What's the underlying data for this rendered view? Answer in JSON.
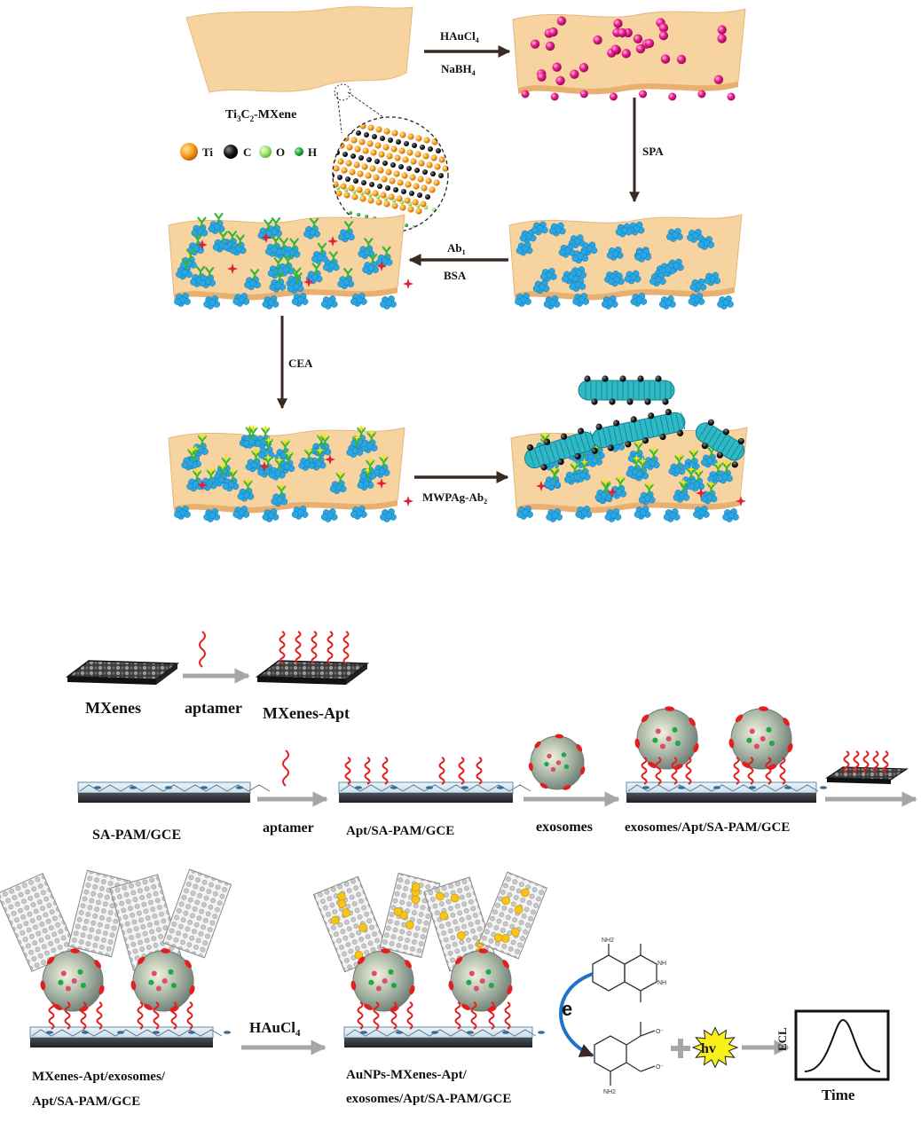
{
  "panel_a": {
    "mxene": {
      "main": "Ti",
      "s1": "3",
      "mid": "C",
      "s2": "2",
      "tail": "-MXene"
    },
    "legend": [
      {
        "symbol": "Ti",
        "color": "#f59a14"
      },
      {
        "symbol": "C",
        "color": "#111111"
      },
      {
        "symbol": "O",
        "color": "#9be36b"
      },
      {
        "symbol": "H",
        "color": "#22a83a"
      }
    ],
    "steps": {
      "s1_line1": {
        "main": "HAuCl",
        "sub": "4"
      },
      "s1_line2": {
        "main": "NaBH",
        "sub": "4"
      },
      "s2": "SPA",
      "s3_line1": {
        "main": "Ab",
        "sub": "1"
      },
      "s3_line2": "BSA",
      "s4": "CEA",
      "s5": {
        "main": "MWPAg-Ab",
        "sub": "2"
      }
    }
  },
  "panel_b": {
    "mxenes": "MXenes",
    "aptamer_top": "aptamer",
    "mxenes_apt": "MXenes-Apt",
    "electrode": "SA-PAM/GCE",
    "aptamer": "aptamer",
    "apt_electrode": "Apt/SA-PAM/GCE",
    "exosomes": "exosomes",
    "exo_electrode": "exosomes/Apt/SA-PAM/GCE",
    "final1_l1": "MXenes-Apt/exosomes/",
    "final1_l2": "Apt/SA-PAM/GCE",
    "hauc": {
      "main": "HAuCl",
      "sub": "4"
    },
    "final2_l1": "AuNPs-MXenes-Apt/",
    "final2_l2": "exosomes/Apt/SA-PAM/GCE",
    "e_label": "e",
    "hv": "hv",
    "ecl_ylabel": "ECL",
    "ecl_xlabel": "Time"
  },
  "colors": {
    "sheet": "#f7d3a0",
    "gold_np": "#e8198a",
    "protein": "#2aa6e0",
    "arrow_dark": "#3a2a24",
    "arrow_gray": "#a6a6a6",
    "aptamer": "#e21e1e",
    "exosome": "#8d9e92",
    "gold_yellow": "#f5c518"
  }
}
